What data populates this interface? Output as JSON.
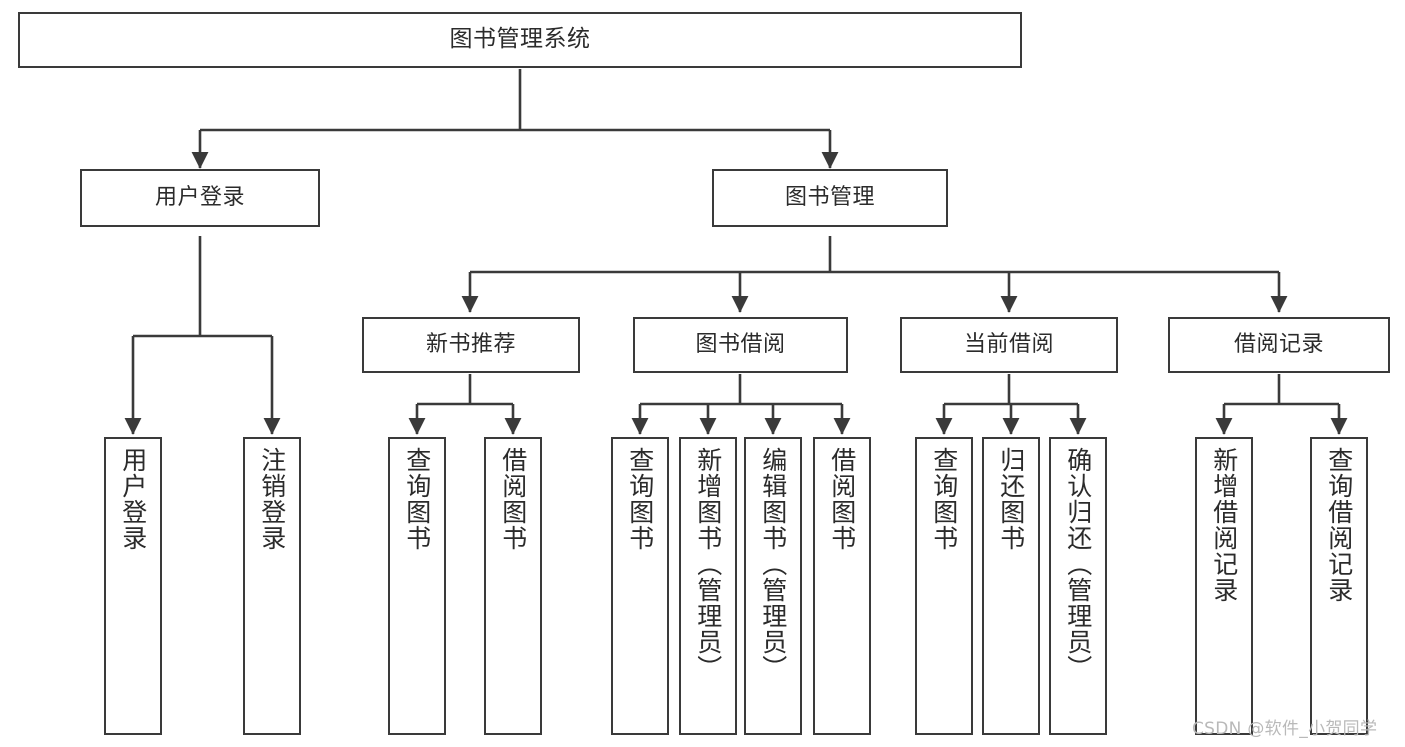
{
  "diagram": {
    "type": "tree-hierarchy",
    "title": "图书管理系统",
    "orientation": "top-down",
    "colors": {
      "box_border": "#3a3a3a",
      "box_fill": "#ffffff",
      "connector": "#3a3a3a",
      "text": "#2b2b2b",
      "watermark": "#b9b9b9",
      "background": "#ffffff"
    },
    "nodes": {
      "root": {
        "label": "图书管理系统"
      },
      "level1": [
        {
          "label": "用户登录"
        },
        {
          "label": "图书管理"
        }
      ],
      "level2": [
        {
          "label": "新书推荐"
        },
        {
          "label": "图书借阅"
        },
        {
          "label": "当前借阅"
        },
        {
          "label": "借阅记录"
        }
      ],
      "leaves": {
        "user_login": [
          {
            "label": "用户登录"
          },
          {
            "label": "注销登录"
          }
        ],
        "new_book_recommend": [
          {
            "label": "查询图书"
          },
          {
            "label": "借阅图书"
          }
        ],
        "book_borrow": [
          {
            "label": "查询图书"
          },
          {
            "label": "新增图书（管理员）"
          },
          {
            "label": "编辑图书（管理员）"
          },
          {
            "label": "借阅图书"
          }
        ],
        "current_borrow": [
          {
            "label": "查询图书"
          },
          {
            "label": "归还图书"
          },
          {
            "label": "确认归还（管理员）"
          }
        ],
        "borrow_record": [
          {
            "label": "新增借阅记录"
          },
          {
            "label": "查询借阅记录"
          }
        ]
      }
    },
    "watermark": "CSDN @软件_小贺同学"
  }
}
